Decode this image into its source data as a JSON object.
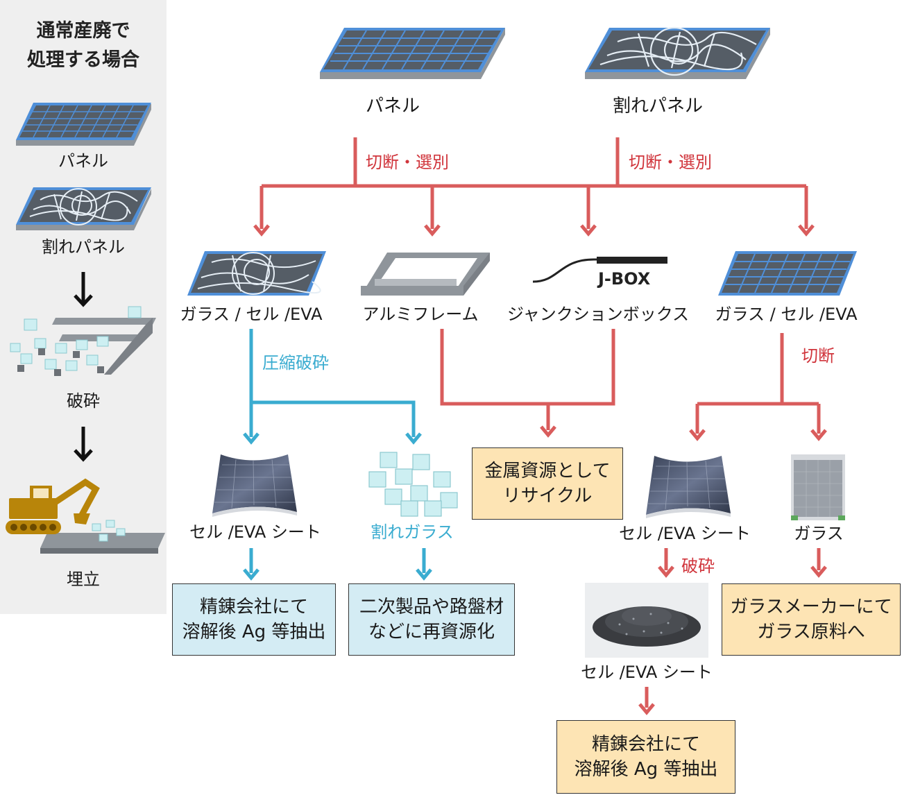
{
  "sidebar": {
    "title_line1": "通常産廃で",
    "title_line2": "処理する場合",
    "steps": [
      "パネル",
      "割れパネル",
      "破砕",
      "埋立"
    ]
  },
  "top": {
    "panel": "パネル",
    "broken_panel": "割れパネル",
    "cut_sort_1": "切断・選別",
    "cut_sort_2": "切断・選別"
  },
  "components": {
    "left_glass_cell_eva": "ガラス / セル /EVA",
    "aluminum_frame": "アルミフレーム",
    "junction_box": "ジャンクションボックス",
    "jbox_logo": "J-BOX",
    "right_glass_cell_eva": "ガラス / セル /EVA"
  },
  "processes": {
    "compress_crush": "圧縮破砕",
    "cut": "切断",
    "crush": "破砕"
  },
  "intermediates": {
    "left_sheet": "セル /EVA シート",
    "broken_glass": "割れガラス",
    "right_sheet": "セル /EVA シート",
    "glass": "ガラス",
    "crushed_sheet": "セル /EVA シート"
  },
  "outcomes": {
    "metal_line1": "金属資源として",
    "metal_line2": "リサイクル",
    "refine_left_line1": "精錬会社にて",
    "refine_left_line2": "溶解後 Ag 等抽出",
    "secondary_line1": "二次製品や路盤材",
    "secondary_line2": "などに再資源化",
    "glass_maker_line1": "ガラスメーカーにて",
    "glass_maker_line2": "ガラス原料へ",
    "refine_right_line1": "精錬会社にて",
    "refine_right_line2": "溶解後 Ag 等抽出"
  },
  "colors": {
    "red_flow": "#d95c5c",
    "blue_flow": "#3aacd0",
    "orange_box": "#fde4b4",
    "blue_box": "#d4ecf4",
    "sidebar_bg": "#efefef",
    "panel_cell": "#555d66",
    "panel_border": "#5a9ee0"
  }
}
